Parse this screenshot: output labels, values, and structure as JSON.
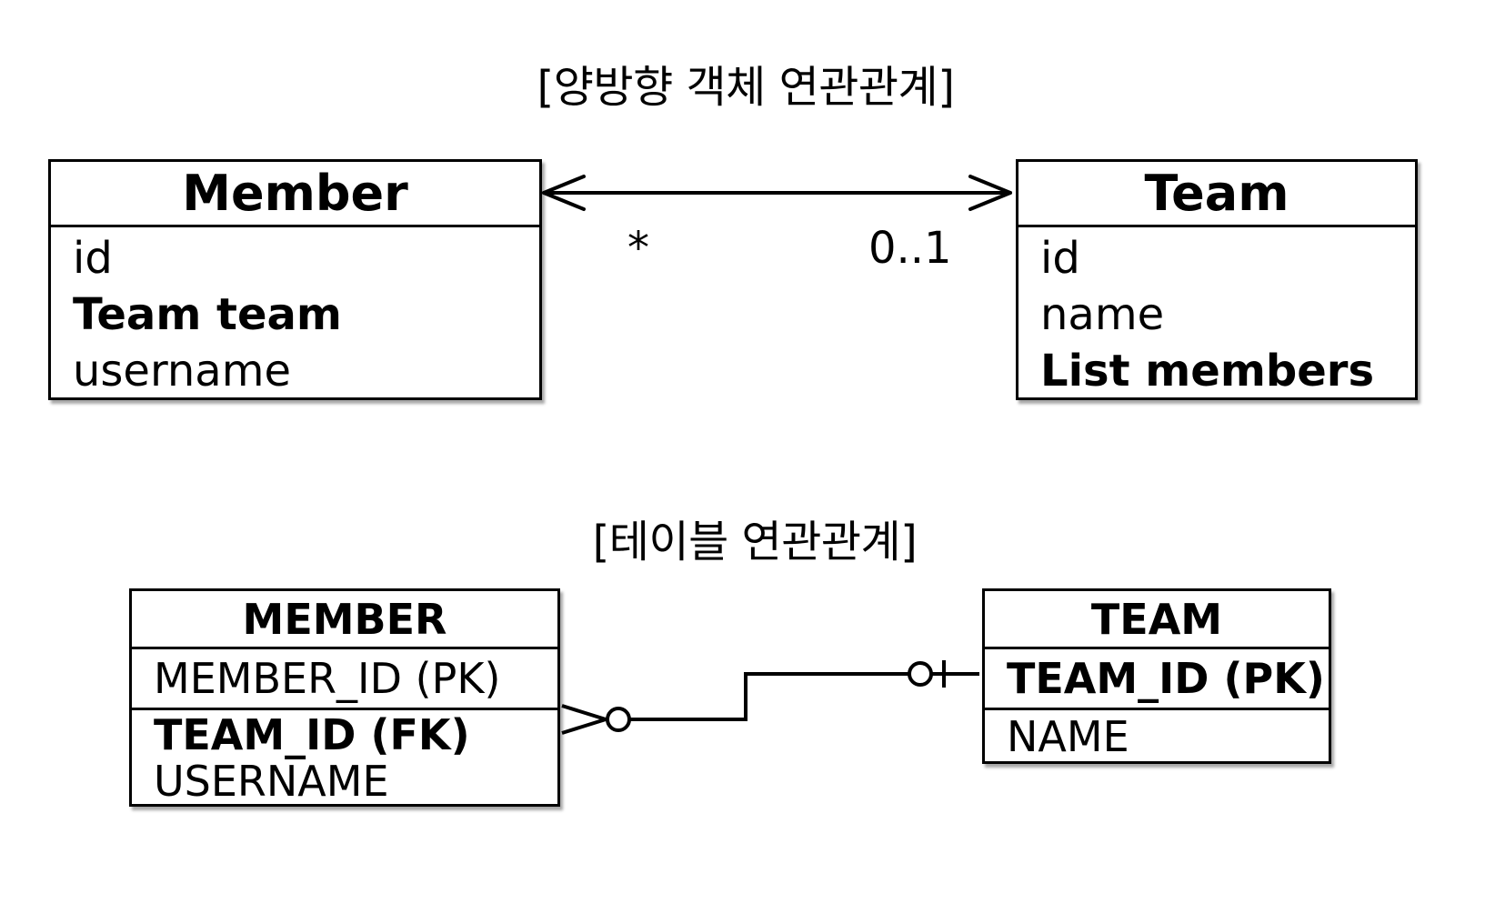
{
  "object_diagram": {
    "caption": "[양방향 객체 연관관계]",
    "member": {
      "title": "Member",
      "fields": [
        {
          "text": "id",
          "bold": false
        },
        {
          "text": "Team team",
          "bold": true
        },
        {
          "text": "username",
          "bold": false
        }
      ]
    },
    "team": {
      "title": "Team",
      "fields": [
        {
          "text": "id",
          "bold": false
        },
        {
          "text": "name",
          "bold": false
        },
        {
          "text": "List members",
          "bold": true
        }
      ]
    },
    "association": {
      "member_multiplicity": "*",
      "team_multiplicity": "0..1"
    }
  },
  "table_diagram": {
    "caption": "[테이블 연관관계]",
    "member_table": {
      "title": "MEMBER",
      "primary_key": "MEMBER_ID (PK)",
      "fields": [
        {
          "text": "TEAM_ID (FK)",
          "bold": true
        },
        {
          "text": "USERNAME",
          "bold": false
        }
      ]
    },
    "team_table": {
      "title": "TEAM",
      "primary_key": "TEAM_ID (PK)",
      "fields": [
        {
          "text": "NAME",
          "bold": false
        }
      ]
    }
  }
}
